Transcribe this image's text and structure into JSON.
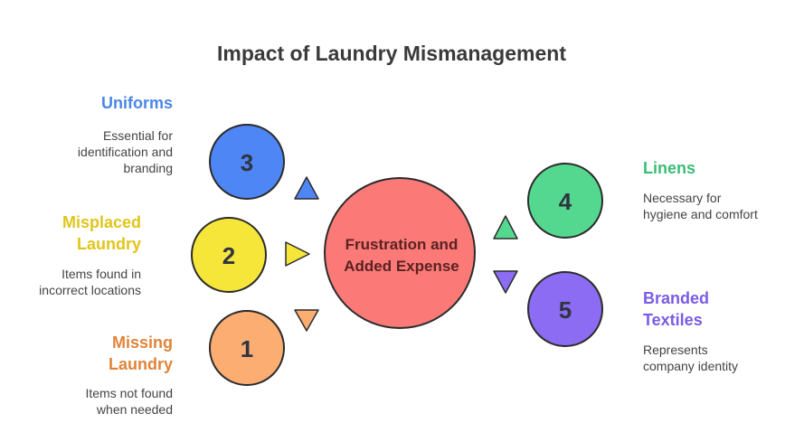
{
  "title": "Impact of Laundry Mismanagement",
  "center": {
    "line1": "Frustration and",
    "line2": "Added Expense",
    "fill": "#fb7a78",
    "stroke": "#2b2b2b"
  },
  "items": [
    {
      "number": "3",
      "label": "Uniforms",
      "label_lines": [
        "Uniforms"
      ],
      "desc_lines": [
        "Essential for",
        "identification and",
        "branding"
      ],
      "color": "#4f86f5",
      "text_color": "#4a86e8",
      "pointer": "up"
    },
    {
      "number": "2",
      "label": "Misplaced Laundry",
      "label_lines": [
        "Misplaced",
        "Laundry"
      ],
      "desc_lines": [
        "Items found in",
        "incorrect locations"
      ],
      "color": "#f7e63a",
      "text_color": "#e0c51a",
      "pointer": "right"
    },
    {
      "number": "1",
      "label": "Missing Laundry",
      "label_lines": [
        "Missing",
        "Laundry"
      ],
      "desc_lines": [
        "Items not found",
        "when needed"
      ],
      "color": "#fbad72",
      "text_color": "#e0843a",
      "pointer": "down"
    },
    {
      "number": "4",
      "label": "Linens",
      "label_lines": [
        "Linens"
      ],
      "desc_lines": [
        "Necessary for",
        "hygiene and comfort"
      ],
      "color": "#54d88f",
      "text_color": "#3bbd76",
      "pointer": "up"
    },
    {
      "number": "5",
      "label": "Branded Textiles",
      "label_lines": [
        "Branded",
        "Textiles"
      ],
      "desc_lines": [
        "Represents",
        "company identity"
      ],
      "color": "#8b6cf2",
      "text_color": "#7a5ce6",
      "pointer": "down"
    }
  ]
}
